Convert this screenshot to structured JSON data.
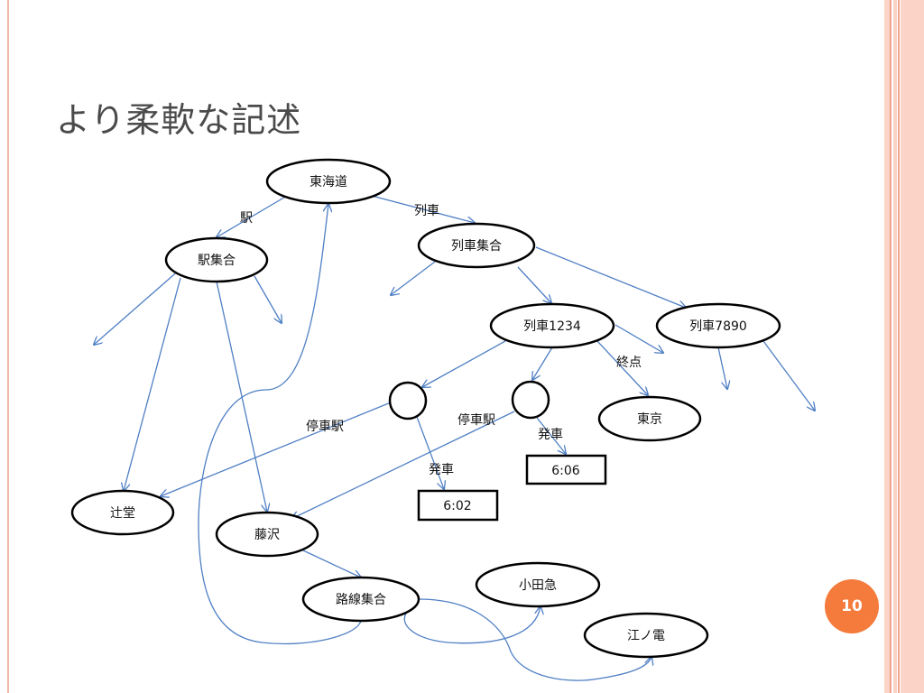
{
  "slide": {
    "title": "より柔軟な記述",
    "page_number": "10"
  },
  "diagram": {
    "nodes": {
      "tokaido": "東海道",
      "station_set": "駅集合",
      "train_set": "列車集合",
      "train_1234": "列車1234",
      "train_7890": "列車7890",
      "tokyo": "東京",
      "tsujido": "辻堂",
      "fujisawa": "藤沢",
      "route_set": "路線集合",
      "odakyu": "小田急",
      "enoden": "江ノ電",
      "time_606": "6:06",
      "time_602": "6:02"
    },
    "edge_labels": {
      "station": "駅",
      "train": "列車",
      "terminal": "終点",
      "stop_station_left": "停車駅",
      "stop_station_right": "停車駅",
      "departure_right": "発車",
      "departure_left": "発車"
    }
  }
}
